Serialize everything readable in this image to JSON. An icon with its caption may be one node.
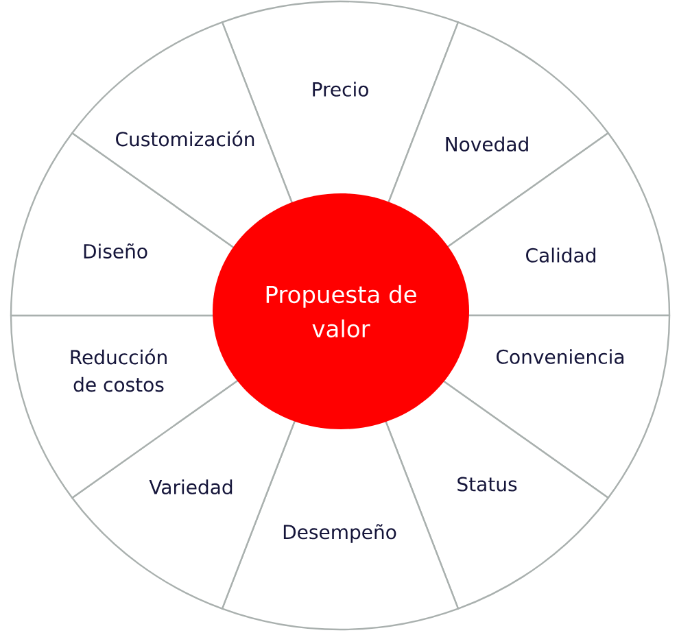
{
  "diagram": {
    "nodes": [
      {
        "text": [
          "Propuesta de valor"
        ]
      },
      {
        "text": [
          "Precio"
        ]
      },
      {
        "text": [
          "Novedad"
        ]
      },
      {
        "text": [
          "Calidad"
        ]
      },
      {
        "text": [
          "Conveniencia"
        ]
      },
      {
        "text": [
          "Status"
        ]
      },
      {
        "text": [
          "Desempeño"
        ]
      },
      {
        "text": [
          "Variedad"
        ]
      },
      {
        "text": [
          "Reducción de costos"
        ]
      },
      {
        "text": [
          "Diseño"
        ]
      },
      {
        "text": [
          "Customización"
        ]
      }
    ]
  }
}
